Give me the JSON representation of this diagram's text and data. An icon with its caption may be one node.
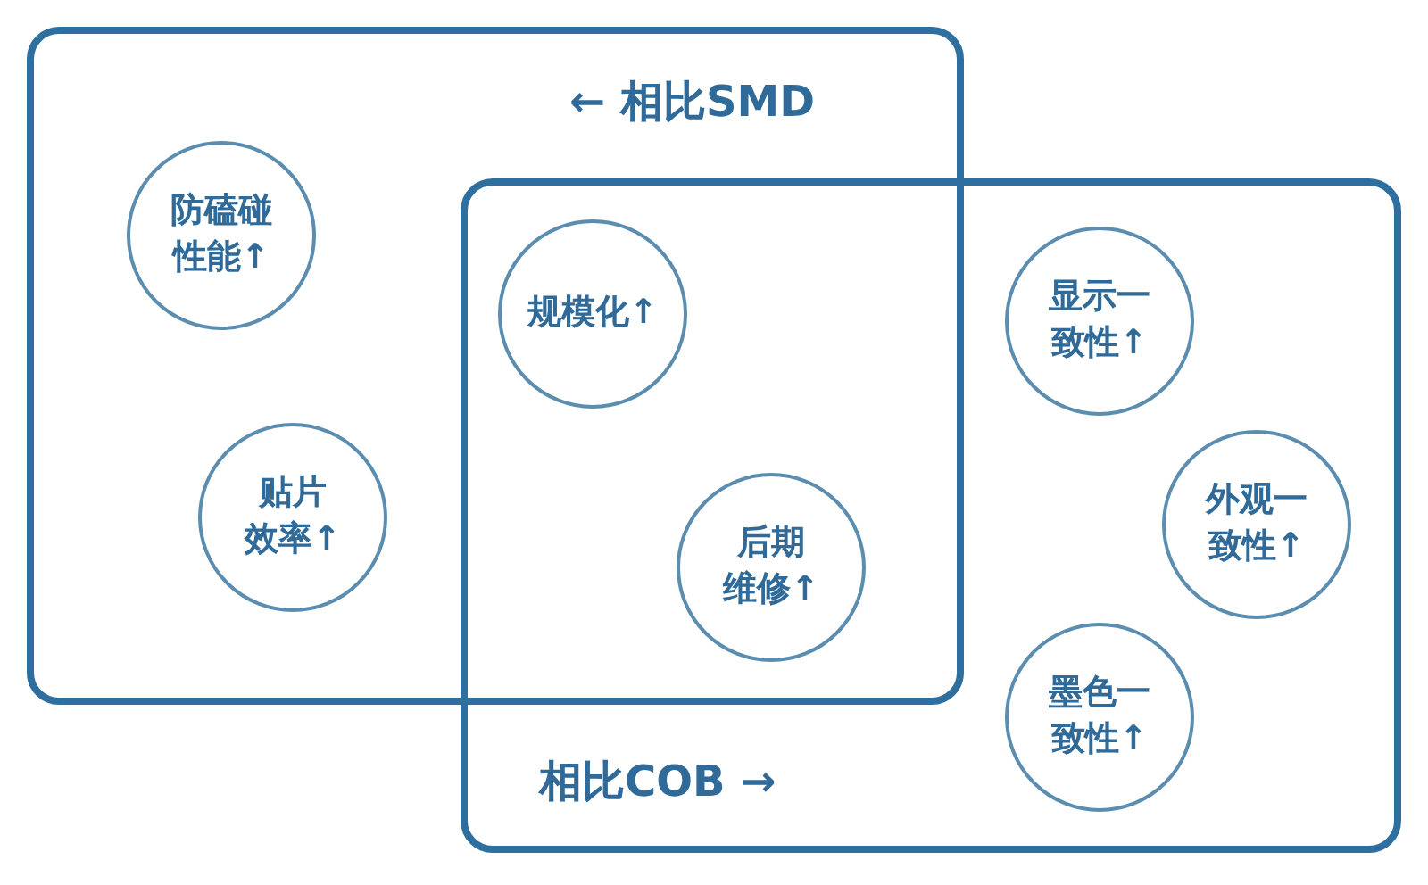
{
  "diagram": {
    "nodes": [
      {
        "text": [
          "← 相比SMD"
        ]
      },
      {
        "text": [
          "防磕碰性能↑"
        ],
        "in": 0
      },
      {
        "text": [
          "相比COB →"
        ]
      },
      {
        "text": [
          "规模化↑"
        ]
      },
      {
        "text": [
          "显示一致性↑"
        ],
        "in": 2
      },
      {
        "text": [
          "贴片效率↑"
        ],
        "in": 0
      },
      {
        "text": [
          "外观一致性↑"
        ],
        "in": 2
      },
      {
        "text": [
          "后期维修↑"
        ]
      },
      {
        "text": [
          "墨色一致性↑"
        ],
        "in": 2
      }
    ]
  }
}
